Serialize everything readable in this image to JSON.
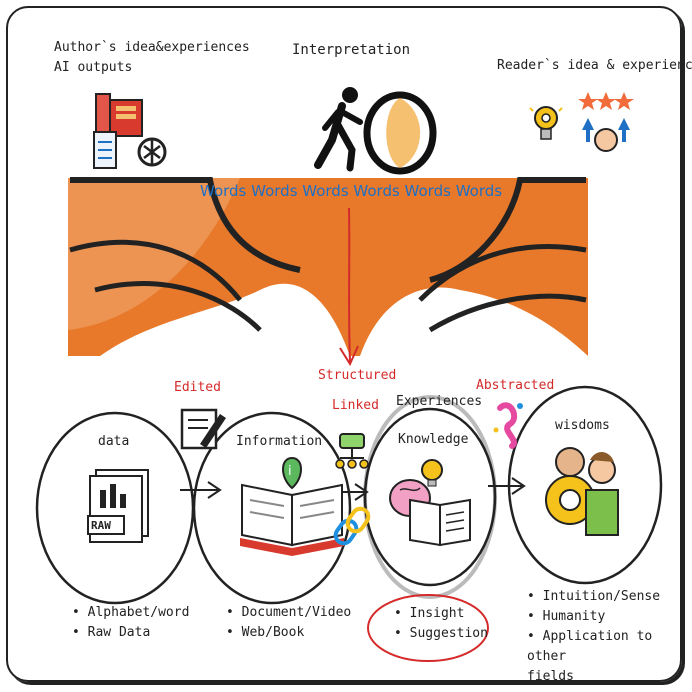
{
  "top": {
    "author_line1": "Author`s idea&experiences",
    "author_line2": "AI outputs",
    "interpretation": "Interpretation",
    "reader": "Reader`s idea & experiences",
    "words": "Words Words Words Words Words Words"
  },
  "stages": [
    {
      "title": "data",
      "bullets": [
        "Alphabet/word",
        "Raw Data"
      ]
    },
    {
      "title": "Information",
      "bullets": [
        "Document/Video",
        "Web/Book"
      ]
    },
    {
      "title": "Knowledge",
      "subtitle": "Experiences",
      "bullets": [
        "Insight",
        "Suggestion"
      ]
    },
    {
      "title": "wisdoms",
      "bullets": [
        "Intuition/Sense",
        "Humanity",
        "Application to other",
        "fields"
      ]
    }
  ],
  "transitions": {
    "edited": "Edited",
    "structured": "Structured",
    "linked": "Linked",
    "abstracted": "Abstracted"
  },
  "raw_label": "RAW",
  "colors": {
    "orange": "#e8792b",
    "red": "#d42a2a",
    "blue": "#1f6fc4",
    "bulb": "#f4c21a"
  }
}
